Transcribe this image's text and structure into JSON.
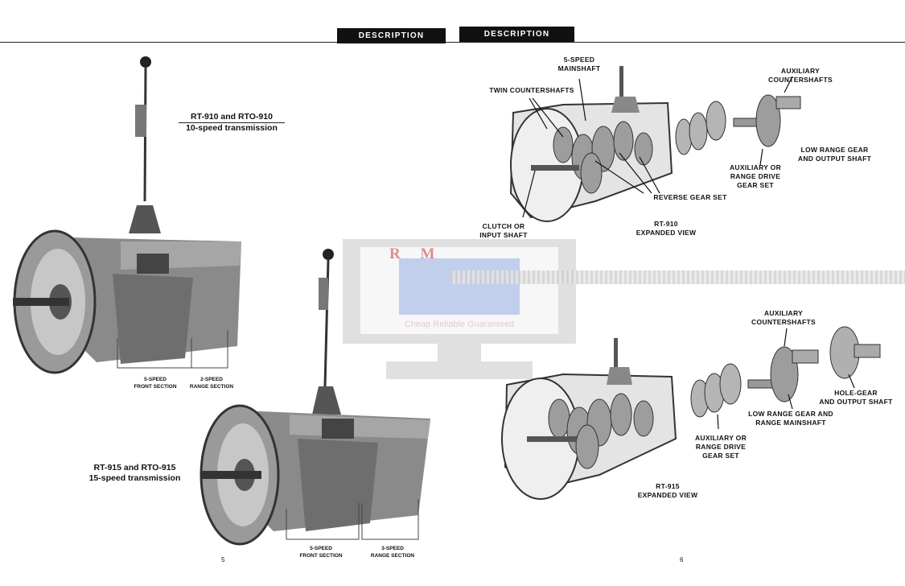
{
  "header": {
    "left_tab": "DESCRIPTION",
    "right_tab": "DESCRIPTION"
  },
  "left_page": {
    "top_caption": {
      "model": "RT-910 and RTO-910",
      "desc": "10-speed transmission"
    },
    "top_sections": {
      "front": [
        "5-SPEED",
        "FRONT SECTION"
      ],
      "range": [
        "2-SPEED",
        "RANGE SECTION"
      ]
    },
    "bottom_caption": {
      "model": "RT-915 and RTO-915",
      "desc": "15-speed transmission"
    },
    "bottom_sections": {
      "front": [
        "5-SPEED",
        "FRONT SECTION"
      ],
      "range": [
        "3-SPEED",
        "RANGE SECTION"
      ]
    },
    "page_number": "5"
  },
  "right_page": {
    "top": {
      "labels": {
        "mainshaft": [
          "5-SPEED",
          "MAINSHAFT"
        ],
        "twin": "TWIN COUNTERSHAFTS",
        "aux_countershafts": "AUXILIARY COUNTERSHAFTS",
        "low_range": [
          "LOW RANGE GEAR",
          "AND OUTPUT SHAFT"
        ],
        "aux_drive": [
          "AUXILIARY OR",
          "RANGE DRIVE",
          "GEAR SET"
        ],
        "reverse": "REVERSE GEAR SET",
        "clutch": [
          "CLUTCH OR",
          "INPUT SHAFT"
        ]
      },
      "caption": [
        "RT-910",
        "EXPANDED VIEW"
      ]
    },
    "bottom": {
      "labels": {
        "aux_countershafts": [
          "AUXILIARY",
          "COUNTERSHAFTS"
        ],
        "hole_gear": [
          "HOLE-GEAR",
          "AND OUTPUT SHAFT"
        ],
        "low_range": [
          "LOW RANGE GEAR AND",
          "RANGE MAINSHAFT"
        ],
        "aux_drive": [
          "AUXILIARY OR",
          "RANGE DRIVE",
          "GEAR SET"
        ]
      },
      "caption": [
        "RT-915",
        "EXPANDED VIEW"
      ]
    },
    "page_number": "6"
  },
  "watermark": {
    "brand": "R M",
    "tagline": "Cheap Reliable Guaranteed"
  }
}
